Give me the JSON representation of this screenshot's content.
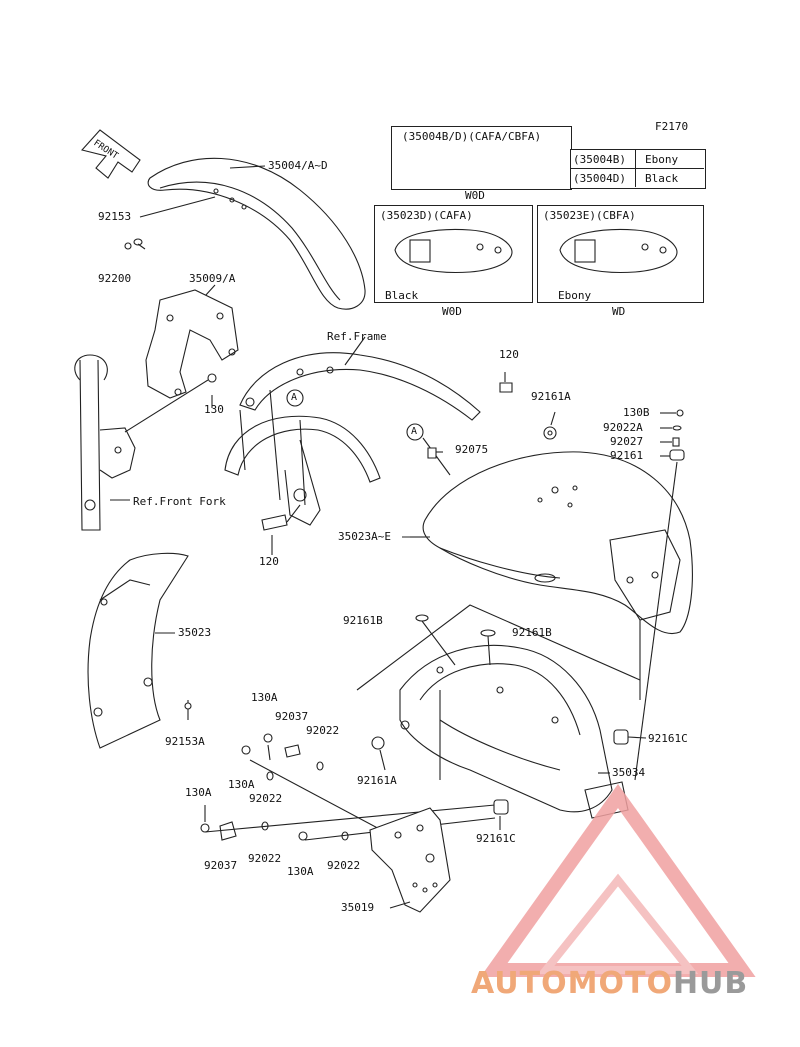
{
  "figure_code": "F2170",
  "front_arrow": "FRONT",
  "variant_boxes": {
    "seat_cowl": {
      "title": "(35004B/D)(CAFA/CBFA)",
      "caption": "W0D",
      "colors": [
        {
          "code": "(35004B)",
          "color": "Ebony"
        },
        {
          "code": "(35004D)",
          "color": "Black"
        }
      ]
    },
    "rear_fender_cafa": {
      "title": "(35023D)(CAFA)",
      "inner_label": "Black",
      "caption": "W0D"
    },
    "rear_fender_cbfa": {
      "title": "(35023E)(CBFA)",
      "inner_label": "Ebony",
      "caption": "WD"
    }
  },
  "callouts": {
    "front_fender": "35004/A~D",
    "bolt_92153": "92153",
    "washer_92200": "92200",
    "bracket": "35009/A",
    "ref_frame": "Ref.Frame",
    "bolt_120_top": "120",
    "bolt_130_left": "130",
    "ref_front_fork": "Ref.Front Fork",
    "bolt_120_bottom": "120",
    "circle_a1": "A",
    "circle_a2": "A",
    "grommet_92161a_top": "92161A",
    "bolt_92075": "92075",
    "bolt_130b": "130B",
    "washer_92022a": "92022A",
    "collar_92027": "92027",
    "damper_92161": "92161",
    "rear_fender": "35023A~E",
    "inner_fender": "35023",
    "bolt_92153a": "92153A",
    "pad_92161b_left": "92161B",
    "pad_92161b_right": "92161B",
    "bolt_130a_1": "130A",
    "collar_92037_1": "92037",
    "washer_92022_1": "92022",
    "grommet_92161a_low": "92161A",
    "bolt_130a_2": "130A",
    "washer_92022_2": "92022",
    "damper_92161c_right": "92161C",
    "support": "35034",
    "bolt_130a_3": "130A",
    "collar_92037_2": "92037",
    "washer_92022_3": "92022",
    "bolt_130a_4": "130A",
    "washer_92022_4": "92022",
    "damper_92161c_low": "92161C",
    "bracket_35019": "35019"
  },
  "watermark": {
    "part1": "AUTOMOTO",
    "part2": "HUB",
    "color1": "#f0a878",
    "color2": "#9a9a9a",
    "logo_color": "#e8402a"
  }
}
